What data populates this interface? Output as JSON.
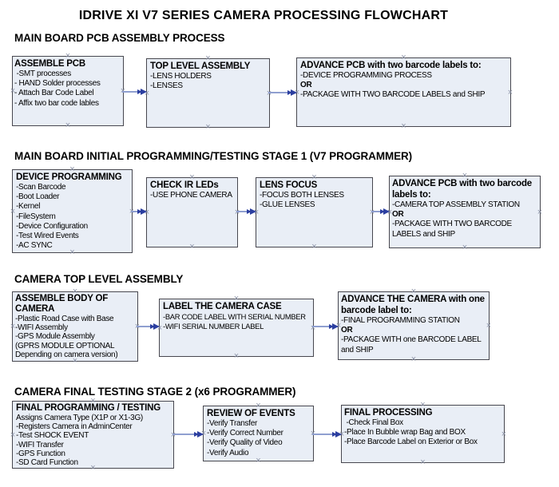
{
  "page_title": "IDRIVE XI V7 SERIES CAMERA PROCESSING FLOWCHART",
  "icons": {
    "connection_handle": "×",
    "arrowhead": "filled right-pointing triangle"
  },
  "colors": {
    "text": "#000000",
    "box_fill": "#e9eef6",
    "box_border": "#47474f",
    "connector_line": "#8f9fd0",
    "connector_head": "#2c3fa0",
    "handle": "#8c93a6"
  },
  "sections": [
    {
      "heading": "MAIN BOARD PCB ASSEMBLY PROCESS",
      "boxes": [
        {
          "title": "ASSEMBLE PCB",
          "lines": [
            " -SMT processes",
            "- HAND Solder processes",
            "- Attach Bar Code Label",
            "- Affix two bar code lables"
          ]
        },
        {
          "title": "TOP LEVEL ASSEMBLY",
          "lines": [
            "-LENS HOLDERS",
            "-LENSES"
          ]
        },
        {
          "title": "ADVANCE PCB with two barcode labels to:",
          "lines": [
            "-DEVICE PROGRAMMING PROCESS",
            "OR",
            "-PACKAGE WITH TWO BARCODE LABELS and SHIP"
          ]
        }
      ]
    },
    {
      "heading": "MAIN BOARD INITIAL PROGRAMMING/TESTING STAGE 1 (V7 PROGRAMMER)",
      "boxes": [
        {
          "title": "DEVICE PROGRAMMING",
          "lines": [
            "-Scan Barcode",
            "-Boot Loader",
            "-Kernel",
            "-FileSystem",
            "-Device Configuration",
            "-Test Wired Events",
            "-AC SYNC"
          ]
        },
        {
          "title": "CHECK IR LEDs",
          "lines": [
            "-USE PHONE CAMERA"
          ]
        },
        {
          "title": "LENS FOCUS",
          "lines": [
            "-FOCUS BOTH LENSES",
            "-GLUE LENSES"
          ]
        },
        {
          "title": "ADVANCE PCB with two barcode labels to:",
          "lines": [
            "-CAMERA TOP ASSEMBLY STATION",
            "OR",
            "-PACKAGE WITH TWO BARCODE LABELS and SHIP"
          ]
        }
      ]
    },
    {
      "heading": "CAMERA TOP LEVEL ASSEMBLY",
      "boxes": [
        {
          "title": "ASSEMBLE BODY OF CAMERA",
          "lines": [
            "-Plastic Road Case with Base",
            "-WIFI Assembly",
            "-GPS Module Assembly",
            "(GPRS MODULE OPTIONAL",
            "Depending on camera version)"
          ]
        },
        {
          "title": "LABEL THE CAMERA CASE",
          "lines": [
            "-BAR CODE LABEL WITH SERIAL NUMBER",
            "-WIFI SERIAL NUMBER LABEL"
          ]
        },
        {
          "title": "ADVANCE THE CAMERA with one barcode label to:",
          "lines": [
            "-FINAL PROGRAMMING STATION",
            "OR",
            "-PACKAGE WITH one BARCODE LABEL and SHIP"
          ]
        }
      ]
    },
    {
      "heading": "CAMERA FINAL TESTING STAGE 2 (x6 PROGRAMMER)",
      "boxes": [
        {
          "title": "FINAL PROGRAMMING / TESTING",
          "lines": [
            "Assigns Camera Type (X1P or X1-3G)",
            "-Registers Camera in AdminCenter",
            "-Test SHOCK EVENT",
            "-WIFI Transfer",
            "-GPS Function",
            "-SD Card Function"
          ]
        },
        {
          "title": "REVIEW OF EVENTS",
          "lines": [
            "-Verify Transfer",
            "-Verify Correct Number",
            "-Verify Quality of Video",
            "-Verify Audio"
          ]
        },
        {
          "title": "FINAL PROCESSING",
          "lines": [
            " -Check Final Box",
            "-Place In Bubble wrap Bag and BOX",
            "-Place Barcode Label on Exterior or Box"
          ]
        }
      ]
    }
  ]
}
